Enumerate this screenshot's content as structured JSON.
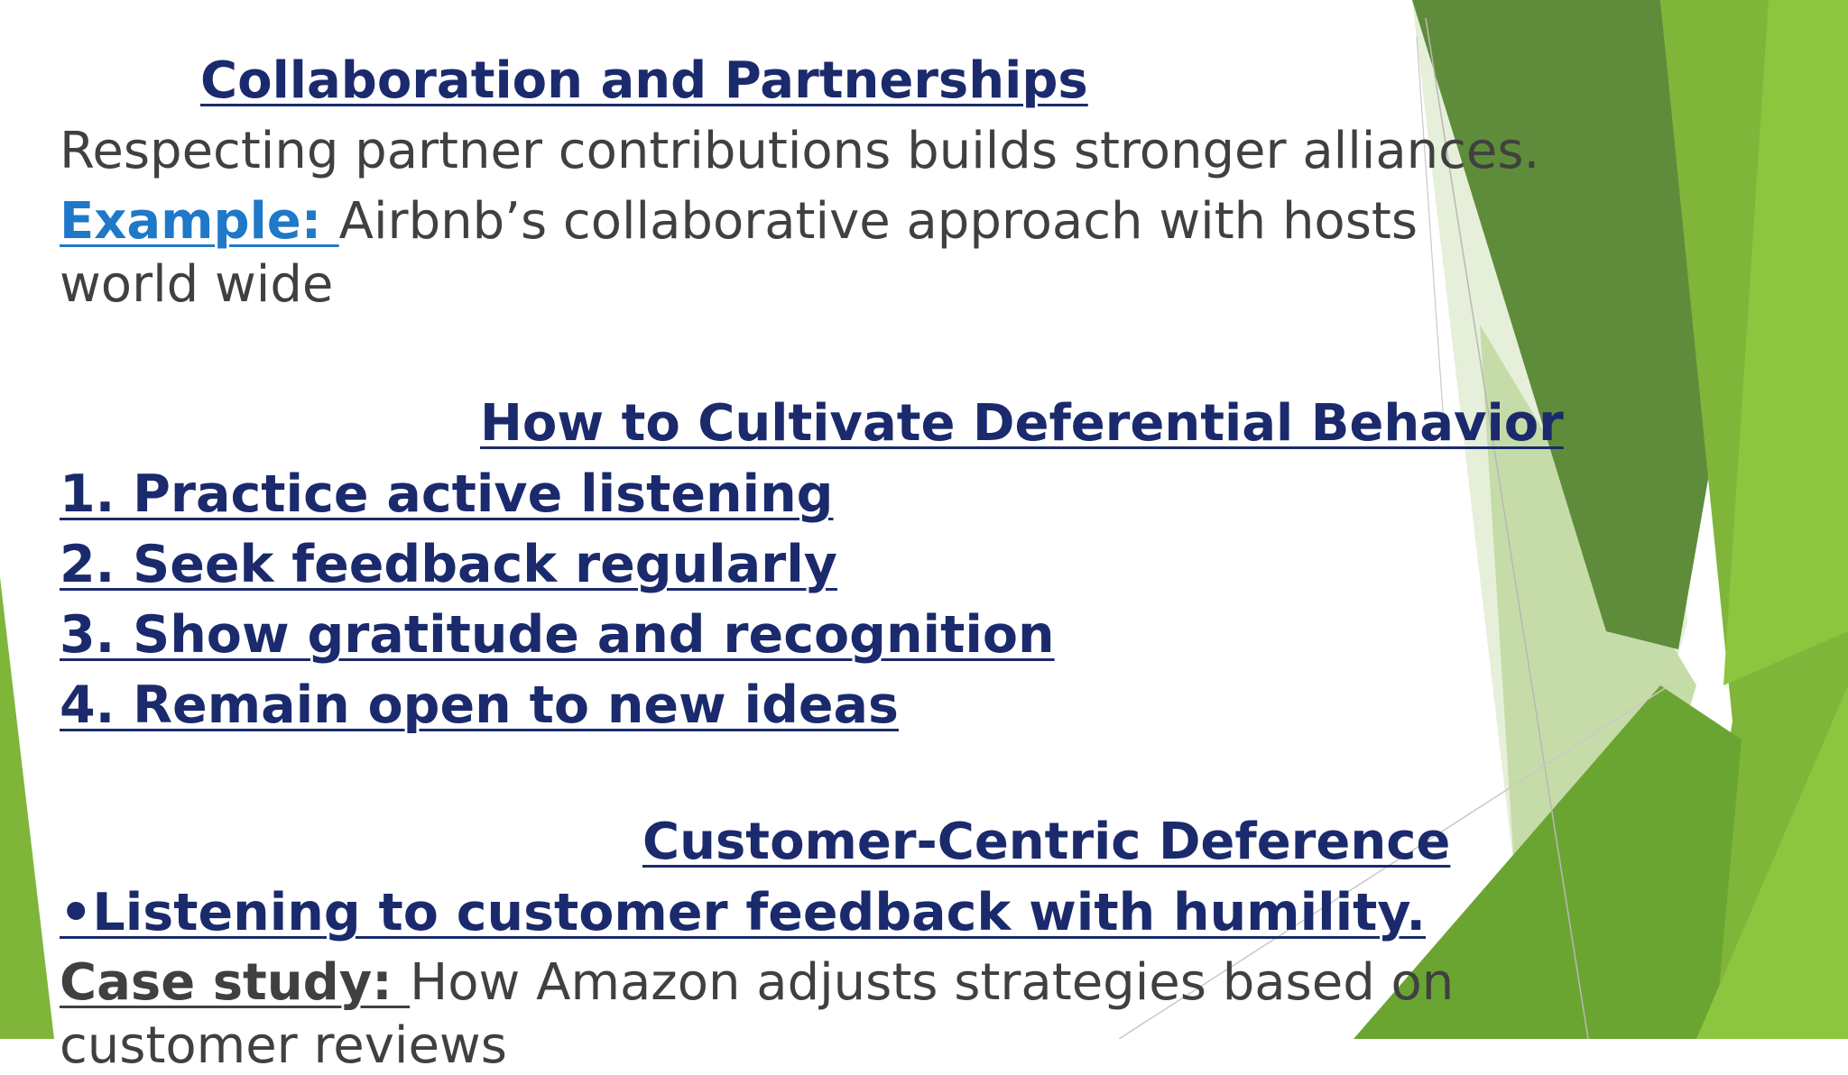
{
  "theme": {
    "heading_color": "#1a2a6c",
    "body_color": "#404040",
    "link_color": "#1f78c8",
    "green_dark": "#5a8a3a",
    "green_mid": "#7fb63a",
    "green_light": "#c6dca8"
  },
  "section1": {
    "title": "Collaboration and Partnerships",
    "body": "Respecting partner contributions builds stronger alliances.",
    "example_label": "Example: ",
    "example_text": "Airbnb’s collaborative approach with hosts",
    "example_text_cont": "world wide"
  },
  "section2": {
    "title": "How to Cultivate Deferential Behavior",
    "items": [
      "1. Practice active listening",
      "2. Seek feedback regularly",
      "3. Show gratitude and recognition",
      "4. Remain open to new ideas"
    ]
  },
  "section3": {
    "title": "Customer-Centric Deference",
    "bullet": "•Listening to customer feedback with humility.",
    "case_label": "Case study: ",
    "case_text": "How Amazon adjusts strategies based on",
    "case_text_cont": "customer reviews"
  }
}
